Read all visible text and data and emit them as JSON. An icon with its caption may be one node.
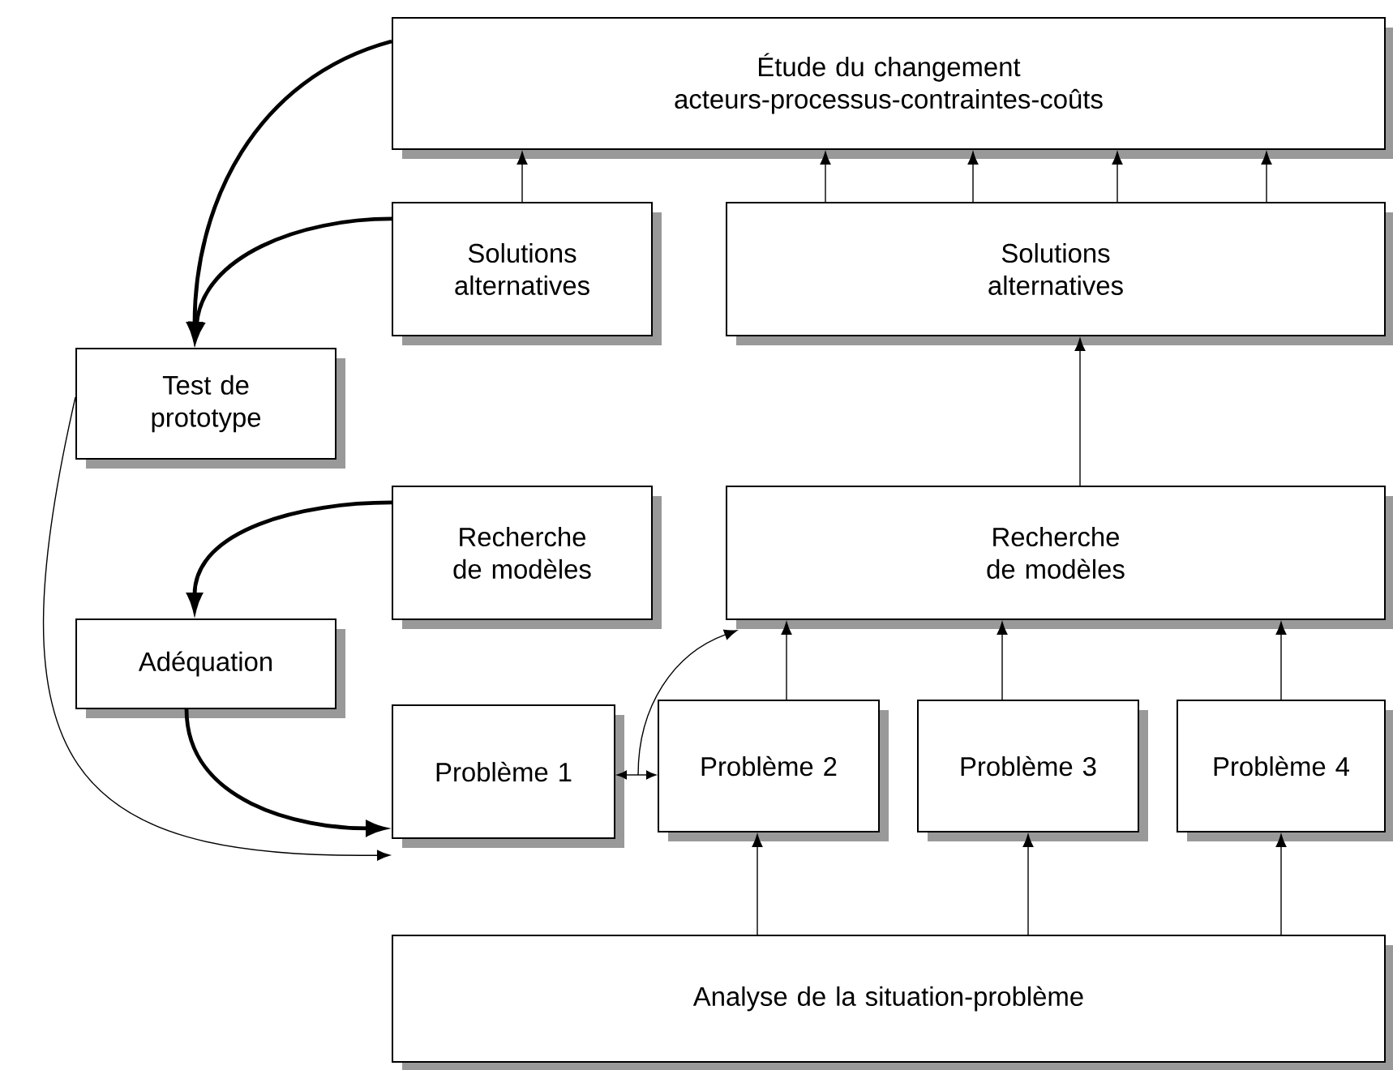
{
  "diagram": {
    "nodes": [
      {
        "text": [
          "Étude du changement",
          "acteurs-processus-contraintes-coûts"
        ]
      },
      {
        "text": [
          "Solutions alternatives"
        ]
      },
      {
        "text": [
          "Solutions alternatives"
        ]
      },
      {
        "text": [
          "Test de prototype"
        ]
      },
      {
        "text": [
          "Recherche de modèles"
        ]
      },
      {
        "text": [
          "Recherche de modèles"
        ]
      },
      {
        "text": [
          "Adéquation"
        ]
      },
      {
        "text": [
          "Problème 1"
        ]
      },
      {
        "text": [
          "Problème 2"
        ]
      },
      {
        "text": [
          "Problème 3"
        ]
      },
      {
        "text": [
          "Problème 4"
        ]
      },
      {
        "text": [
          "Analyse de la situation-problème"
        ]
      }
    ],
    "edges": [
      {
        "from": 1,
        "to": 0,
        "arrow": "to"
      },
      {
        "from": 2,
        "to": 0,
        "arrow": "to"
      },
      {
        "from": 2,
        "to": 0,
        "arrow": "to"
      },
      {
        "from": 2,
        "to": 0,
        "arrow": "to"
      },
      {
        "from": 2,
        "to": 0,
        "arrow": "to"
      },
      {
        "from": 5,
        "to": 2,
        "arrow": "to"
      },
      {
        "from": 0,
        "to": 3,
        "arrow": "to",
        "style": "thick"
      },
      {
        "from": 1,
        "to": 3,
        "arrow": "to",
        "style": "thick"
      },
      {
        "from": 4,
        "to": 6,
        "arrow": "to",
        "style": "thick"
      },
      {
        "from": 6,
        "to": 7,
        "arrow": "to",
        "style": "thick"
      },
      {
        "from": 3,
        "to": 7,
        "arrow": "to"
      },
      {
        "from": 7,
        "to": 8,
        "arrow": "both"
      },
      {
        "from": 7,
        "to": 5,
        "arrow": "to"
      },
      {
        "from": 8,
        "to": 5,
        "arrow": "to"
      },
      {
        "from": 9,
        "to": 5,
        "arrow": "to"
      },
      {
        "from": 10,
        "to": 5,
        "arrow": "to"
      },
      {
        "from": 11,
        "to": 8,
        "arrow": "to"
      },
      {
        "from": 11,
        "to": 9,
        "arrow": "to"
      },
      {
        "from": 11,
        "to": 10,
        "arrow": "to"
      }
    ]
  }
}
